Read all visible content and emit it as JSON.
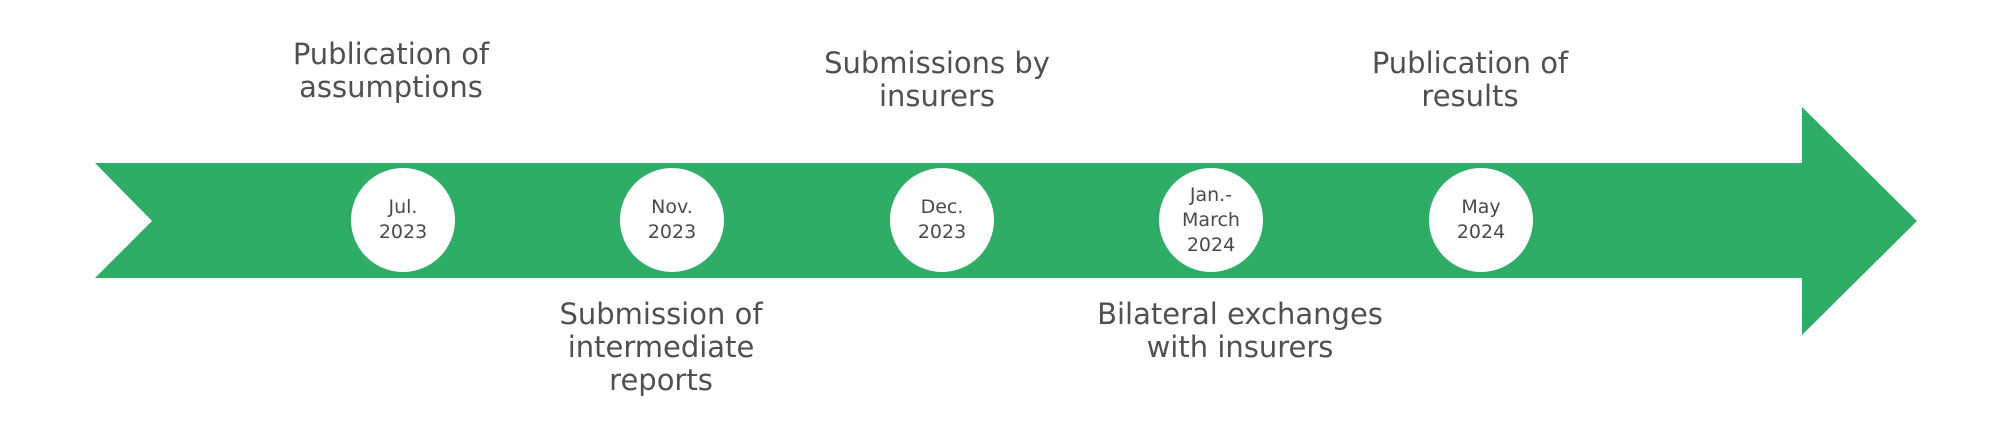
{
  "colors": {
    "arrow": "#2fac66",
    "circle": "#ffffff",
    "text": "#505050"
  },
  "milestones": [
    {
      "date": "Jul.\n2023"
    },
    {
      "date": "Nov.\n2023"
    },
    {
      "date": "Dec.\n2023"
    },
    {
      "date": "Jan.-\nMarch\n2024"
    },
    {
      "date": "May\n2024"
    }
  ],
  "events_above": [
    {
      "label": "Publication of\nassumptions"
    },
    {
      "label": "Submissions by\ninsurers"
    },
    {
      "label": "Publication of\nresults"
    }
  ],
  "events_below": [
    {
      "label": "Submission of\nintermediate\nreports"
    },
    {
      "label": "Bilateral exchanges\nwith insurers"
    }
  ]
}
